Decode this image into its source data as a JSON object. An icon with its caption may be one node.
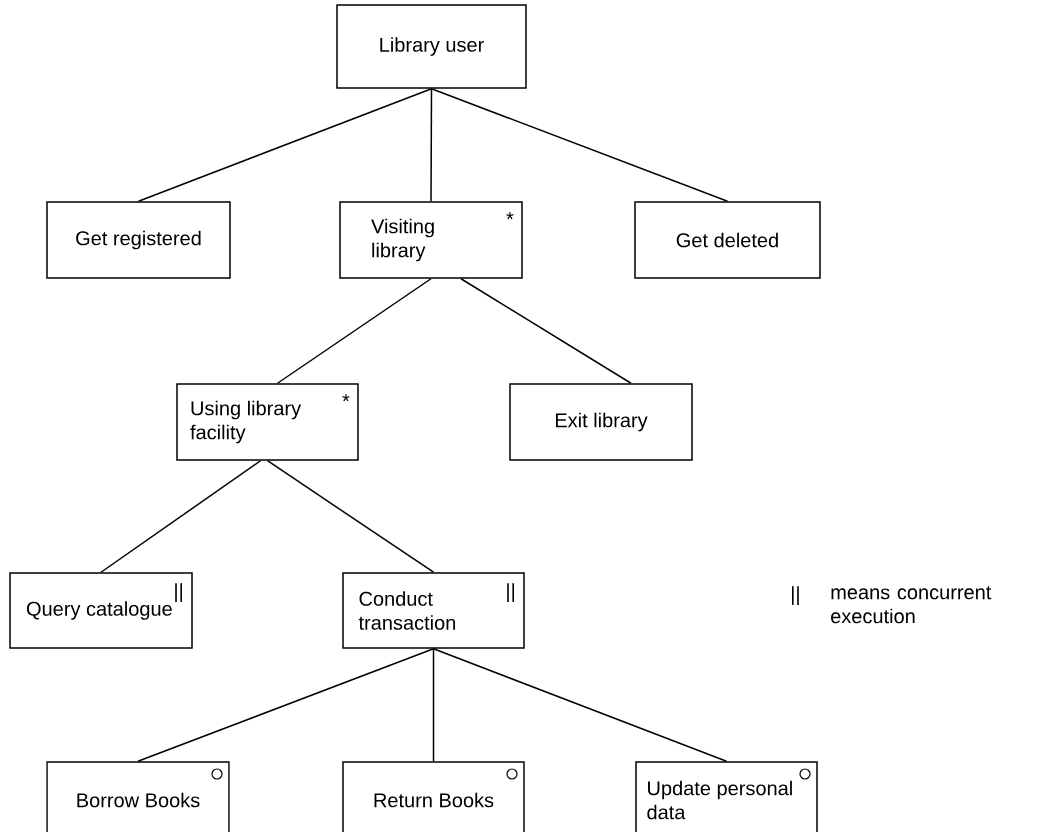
{
  "diagram": {
    "nodes": [
      {
        "text": [
          "Library user"
        ]
      },
      {
        "text": [
          "Get registered"
        ]
      },
      {
        "text": [
          "Visiting library",
          "*"
        ]
      },
      {
        "text": [
          "Get deleted"
        ]
      },
      {
        "text": [
          "Using library facility",
          "*"
        ]
      },
      {
        "text": [
          "Exit library"
        ]
      },
      {
        "text": [
          "Query catalogue",
          "||"
        ]
      },
      {
        "text": [
          "Conduct transaction",
          "||"
        ]
      },
      {
        "text": [
          "Borrow Books"
        ]
      },
      {
        "text": [
          "Return Books"
        ]
      },
      {
        "text": [
          "Update personal data"
        ]
      }
    ],
    "edges": [
      {
        "from": 0,
        "to": 1,
        "arrow": "none"
      },
      {
        "from": 0,
        "to": 2,
        "arrow": "none"
      },
      {
        "from": 0,
        "to": 3,
        "arrow": "none"
      },
      {
        "from": 2,
        "to": 4,
        "arrow": "none"
      },
      {
        "from": 2,
        "to": 5,
        "arrow": "none"
      },
      {
        "from": 4,
        "to": 6,
        "arrow": "none"
      },
      {
        "from": 4,
        "to": 7,
        "arrow": "none"
      },
      {
        "from": 7,
        "to": 8,
        "arrow": "none"
      },
      {
        "from": 7,
        "to": 9,
        "arrow": "none"
      },
      {
        "from": 7,
        "to": 10,
        "arrow": "none"
      }
    ],
    "labels": [
      "||",
      "means concurrent execution"
    ]
  }
}
